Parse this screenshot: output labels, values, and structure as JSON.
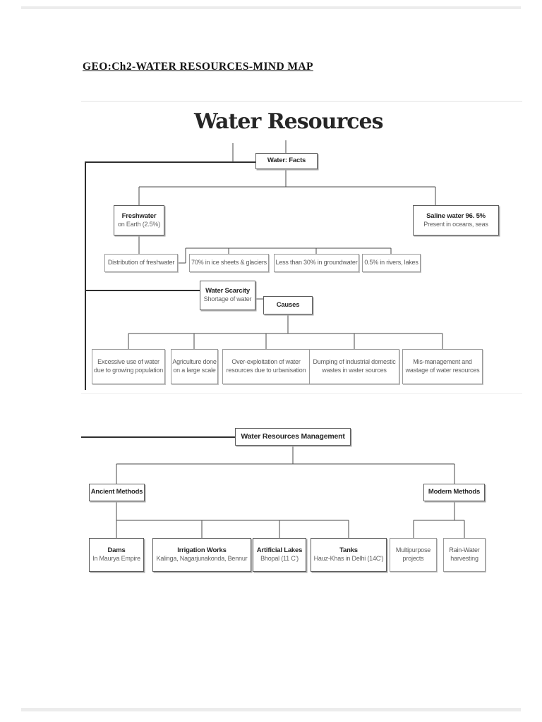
{
  "page": {
    "doc_title": "GEO:Ch2-WATER RESOURCES-MIND MAP"
  },
  "mindmap": {
    "heading": "Water Resources",
    "nodes": {
      "water_facts": {
        "title": "Water: Facts"
      },
      "freshwater": {
        "title": "Freshwater",
        "subtitle": "on Earth (2.5%)"
      },
      "saline_water": {
        "title": "Saline water 96. 5%",
        "subtitle": "Present in oceans, seas"
      },
      "distribution": {
        "title": "Distribution of freshwater"
      },
      "ice_sheets": {
        "title": "70% in ice sheets & glaciers"
      },
      "groundwater": {
        "title": "Less than 30% in groundwater"
      },
      "rivers_lakes": {
        "title": "0.5% in rivers, lakes"
      },
      "water_scarcity": {
        "title": "Water Scarcity",
        "subtitle": "Shortage of water"
      },
      "causes": {
        "title": "Causes"
      },
      "cause_population": {
        "title": "Excessive use of water",
        "subtitle": "due to growing population"
      },
      "cause_agriculture": {
        "title": "Agriculture done",
        "subtitle": "on a large scale"
      },
      "cause_overexploit": {
        "title": "Over-exploitation of water",
        "subtitle": "resources due to urbanisation"
      },
      "cause_dumping": {
        "title": "Dumping of industrial domestic",
        "subtitle": "wastes in water sources"
      },
      "cause_mismanage": {
        "title": "Mis-management and",
        "subtitle": "wastage of water resources"
      },
      "management": {
        "title": "Water Resources Management"
      },
      "ancient_methods": {
        "title": "Ancient Methods"
      },
      "modern_methods": {
        "title": "Modern Methods"
      },
      "dams": {
        "title": "Dams",
        "subtitle": "In Maurya Empire"
      },
      "irrigation_works": {
        "title": "Irrigation Works",
        "subtitle": "Kalinga, Nagarjunakonda, Bennur"
      },
      "artificial_lakes": {
        "title": "Artificial Lakes",
        "subtitle": "Bhopal (11 C')"
      },
      "tanks": {
        "title": "Tanks",
        "subtitle": "Hauz-Khas in Delhi (14C')"
      },
      "multipurpose": {
        "title": "Multipurpose",
        "subtitle": "projects"
      },
      "rain_water": {
        "title": "Rain-Water",
        "subtitle": "harvesting"
      }
    },
    "colors": {
      "line": "#4a4a4a",
      "trunk": "#2e2e2e",
      "box_border": "#9a9a9a",
      "text": "#262626"
    }
  }
}
